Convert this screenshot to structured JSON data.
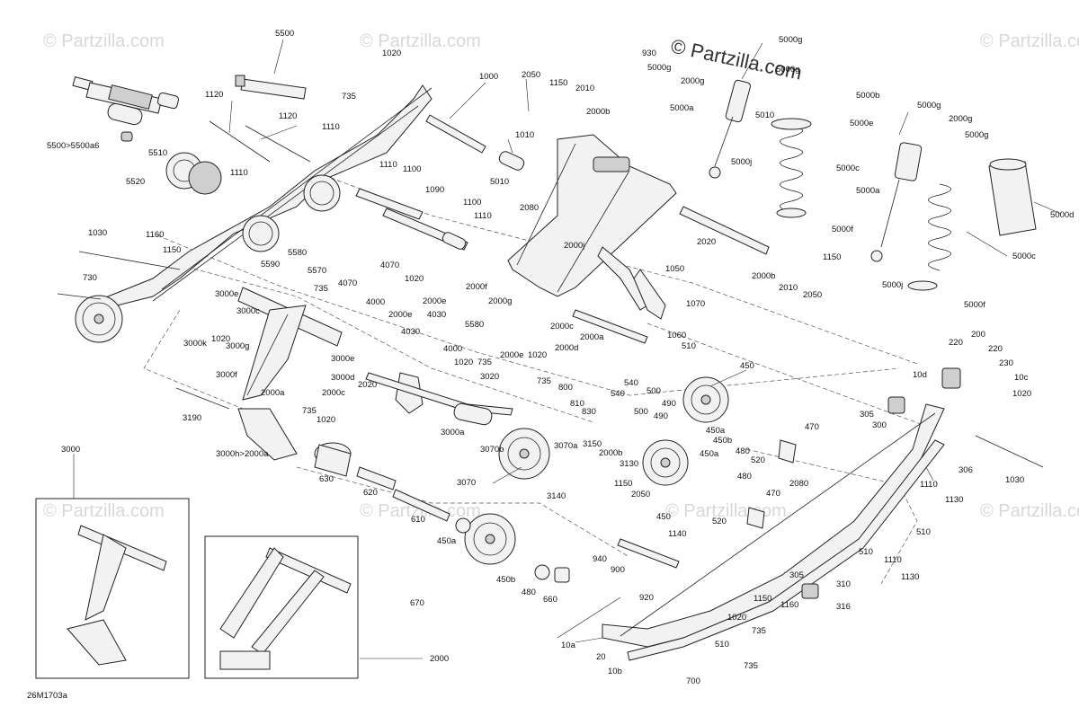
{
  "diagram_code": "26M1703a",
  "watermark": "© Partzilla.com",
  "labels": [
    "5500",
    "1020",
    "735",
    "1000",
    "2050",
    "1150",
    "2010",
    "2000b",
    "930",
    "5000g",
    "5000g",
    "2000g",
    "5000g",
    "5000b",
    "5010",
    "5000a",
    "5000e",
    "5000g",
    "2000g",
    "5000g",
    "5000j",
    "5000c",
    "5000a",
    "5000d",
    "5000f",
    "5000c",
    "5000j",
    "5000f",
    "1120",
    "1120",
    "1110",
    "1110",
    "1110",
    "1100",
    "1010",
    "5510",
    "5500>5500a6",
    "5520",
    "1090",
    "1100",
    "5010",
    "1110",
    "2080",
    "2000j",
    "2020",
    "2000b",
    "1150",
    "2010",
    "2050",
    "1030",
    "1160",
    "1150",
    "730",
    "5580",
    "5590",
    "5570",
    "735",
    "4070",
    "4070",
    "1020",
    "2000f",
    "4000",
    "2000e",
    "2000g",
    "4030",
    "4030",
    "2000e",
    "5580",
    "2000c",
    "2000a",
    "2000d",
    "4000",
    "1020",
    "735",
    "2000e",
    "1020",
    "1050",
    "1070",
    "1060",
    "510",
    "3000e",
    "3000c",
    "3000k",
    "1020",
    "3000g",
    "3000f",
    "3000e",
    "3000d",
    "2020",
    "2000a",
    "2000c",
    "735",
    "1020",
    "3190",
    "3000h>2000a",
    "3020",
    "3000a",
    "735",
    "800",
    "810",
    "830",
    "540",
    "540",
    "500",
    "490",
    "500",
    "490",
    "450",
    "450a",
    "450b",
    "480",
    "520",
    "470",
    "2080",
    "470",
    "520",
    "450",
    "450a",
    "480",
    "3070b",
    "3070a",
    "3150",
    "2000b",
    "3130",
    "3070",
    "3140",
    "1150",
    "2050",
    "630",
    "620",
    "610",
    "450a",
    "450b",
    "480",
    "660",
    "670",
    "940",
    "900",
    "920",
    "1140",
    "220",
    "200",
    "220",
    "230",
    "10d",
    "10c",
    "1020",
    "305",
    "300",
    "306",
    "1030",
    "1110",
    "1130",
    "510",
    "1110",
    "1130",
    "510",
    "305",
    "310",
    "1150",
    "1160",
    "316",
    "1020",
    "735",
    "510",
    "700",
    "735",
    "10a",
    "20",
    "10b",
    "3000",
    "2000"
  ]
}
